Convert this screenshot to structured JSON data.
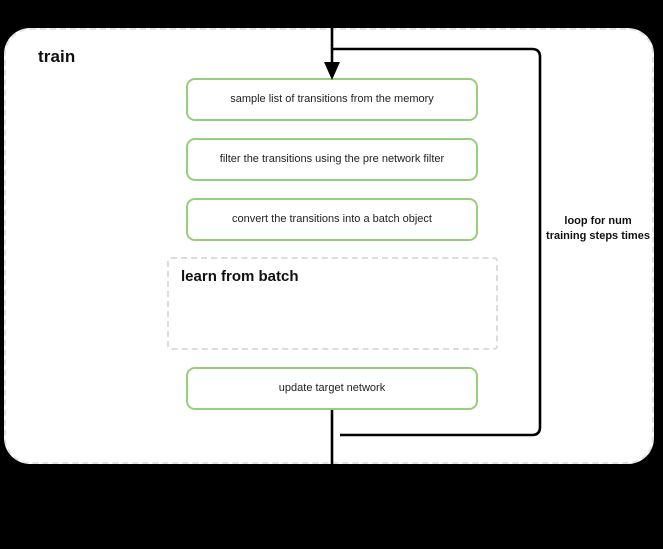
{
  "diagram": {
    "background_color": "#000000",
    "group": {
      "title": "train",
      "border_style": "dashed",
      "border_color": "#e2e2e2",
      "fill_color": "#ffffff"
    },
    "accent_color": "#97ce7d",
    "steps": [
      {
        "id": "sample",
        "label": "sample list of transitions from the memory"
      },
      {
        "id": "filter",
        "label": "filter the transitions using the pre network filter"
      },
      {
        "id": "convert",
        "label": "convert the transitions into a batch object"
      },
      {
        "id": "update",
        "label": "update target network"
      }
    ],
    "subgroup": {
      "title": "learn from batch",
      "border_style": "dashed",
      "border_color": "#dcdcdc"
    },
    "loop": {
      "label": "loop for num\ntraining steps\ntimes",
      "line_color": "#000000"
    },
    "connectors": {
      "entry_arrow": "arrow-down-icon",
      "exit_line": "line-down"
    }
  }
}
